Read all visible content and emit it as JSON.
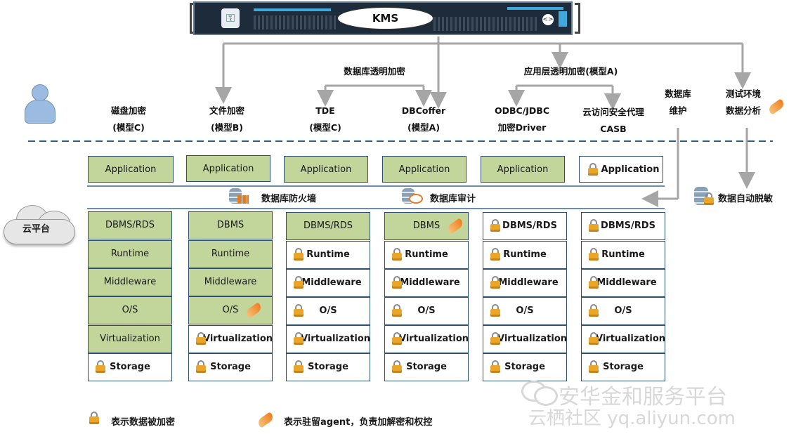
{
  "kms": {
    "label": "KMS"
  },
  "groups": {
    "db_transparent": "数据库透明加密",
    "app_transparent": "应用层透明加密(模型A)"
  },
  "top_labels": [
    {
      "line1": "磁盘加密",
      "line2": "(模型C)"
    },
    {
      "line1": "文件加密",
      "line2": "(模型B)"
    },
    {
      "line1": "TDE",
      "line2": "(模型C)"
    },
    {
      "line1": "DBCoffer",
      "line2": "(模型A)"
    },
    {
      "line1": "ODBC/JDBC",
      "line2": "加密Driver"
    },
    {
      "line1": "云访问安全代理",
      "line2": "CASB"
    },
    {
      "line1": "数据库",
      "line2": "维护"
    },
    {
      "line1": "测试环境",
      "line2": "数据分析"
    }
  ],
  "applications": [
    "Application",
    "Application",
    "Application",
    "Application",
    "Application",
    "Application"
  ],
  "firewall": "数据库防火墙",
  "audit": "数据库审计",
  "masking": "数据自动脱敏",
  "cloud": "云平台",
  "columns": [
    [
      "DBMS/RDS",
      "Runtime",
      "Middleware",
      "O/S",
      "Virtualization",
      "Storage"
    ],
    [
      "DBMS",
      "Runtime",
      "Middleware",
      "O/S",
      "Virtualization",
      "Storage"
    ],
    [
      "DBMS/RDS",
      "Runtime",
      "Middleware",
      "O/S",
      "Virtualization",
      "Storage"
    ],
    [
      "DBMS",
      "Runtime",
      "Middleware",
      "O/S",
      "Virtualization",
      "Storage"
    ],
    [
      "DBMS/RDS",
      "Runtime",
      "Middleware",
      "O/S",
      "Virtualization",
      "Storage"
    ],
    [
      "DBMS/RDS",
      "Runtime",
      "Middleware",
      "O/S",
      "Virtualization",
      "Storage"
    ]
  ],
  "legend": {
    "lock": "表示数据被加密",
    "agent": "表示驻留agent，负责加解密和权控"
  },
  "watermark": {
    "line1": "安华金和服务平台",
    "line2": "云栖社区 yq.aliyun.com"
  },
  "colors": {
    "encrypted_layer": "#c2d69b",
    "arrow": "#a6a6a6",
    "dashed_line": "#2f5f8a"
  }
}
